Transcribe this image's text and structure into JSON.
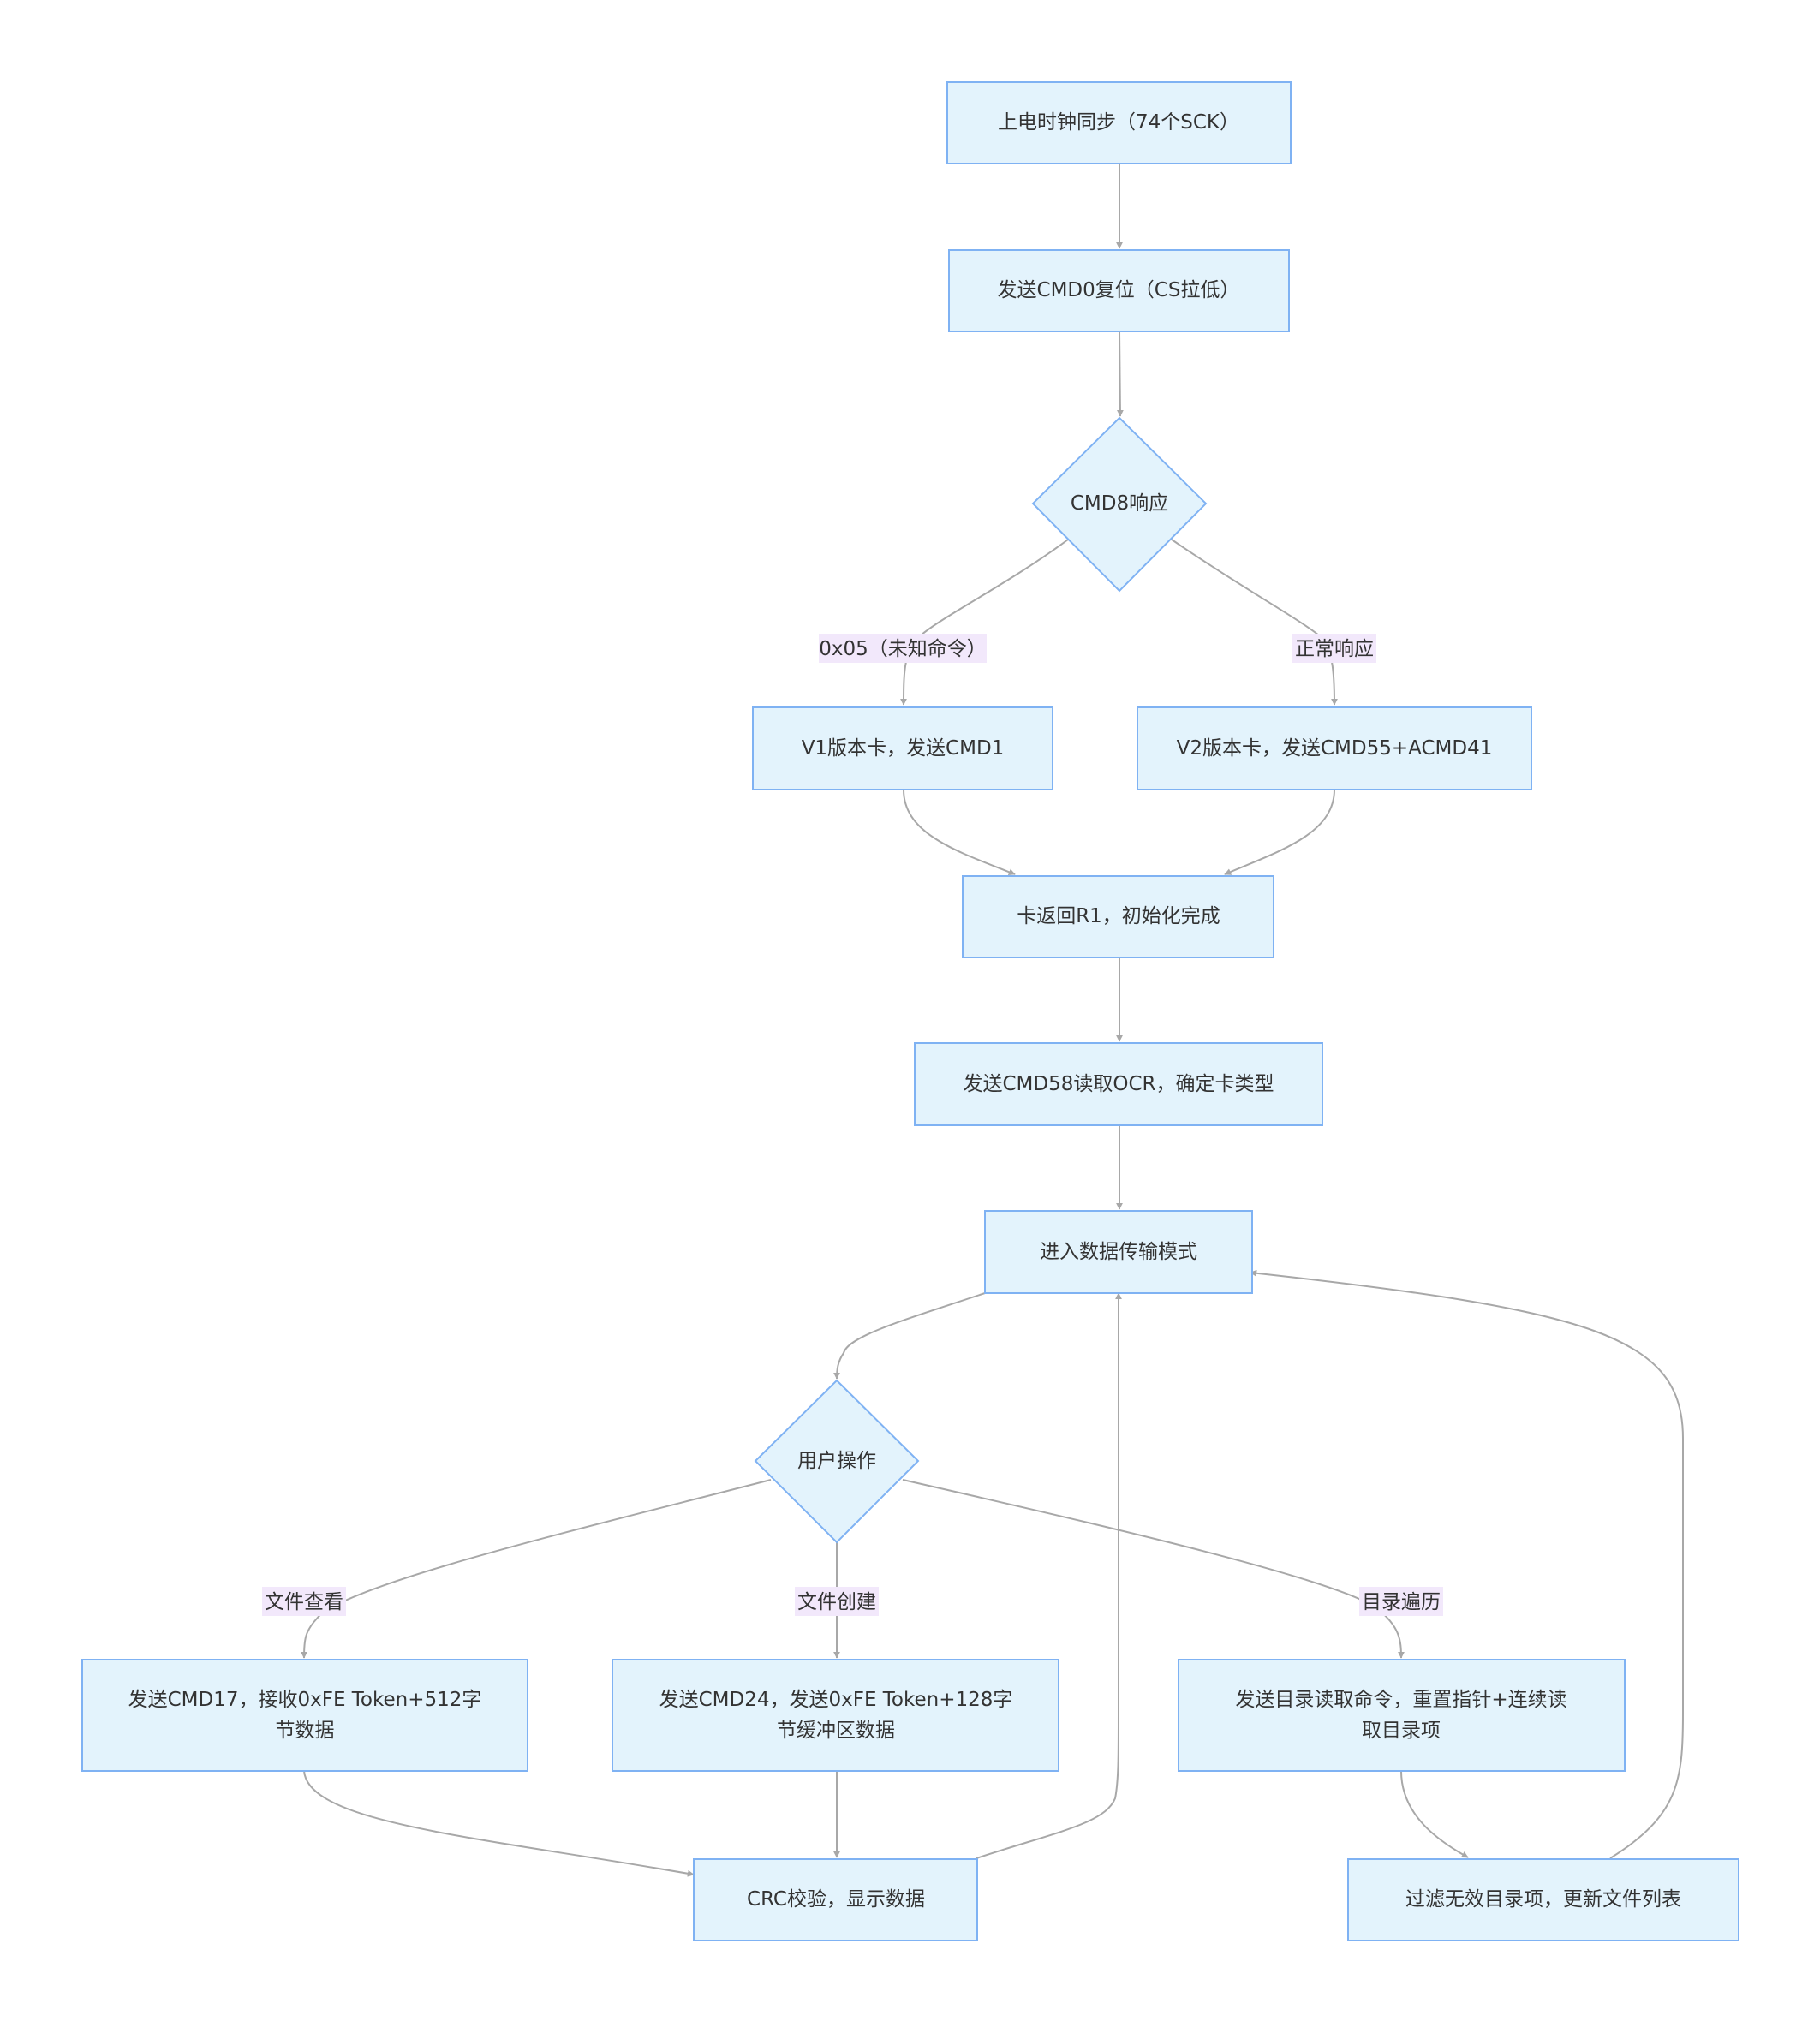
{
  "nodes": {
    "n1": "上电时钟同步（74个SCK）",
    "n2": "发送CMD0复位（CS拉低）",
    "n3": "CMD8响应",
    "n4": "V1版本卡，发送CMD1",
    "n5": "V2版本卡，发送CMD55+ACMD41",
    "n6": "卡返回R1，初始化完成",
    "n7": "发送CMD58读取OCR，确定卡类型",
    "n8": "进入数据传输模式",
    "n9": "用户操作",
    "n10": [
      "发送CMD17，接收0xFE Token+512字",
      "节数据"
    ],
    "n11": [
      "发送CMD24，发送0xFE Token+128字",
      "节缓冲区数据"
    ],
    "n12": [
      "发送目录读取命令，重置指针+连续读",
      "取目录项"
    ],
    "n13": "CRC校验，显示数据",
    "n14": "过滤无效目录项，更新文件列表"
  },
  "edge_labels": {
    "e3_4": "0x05（未知命令）",
    "e3_5": "正常响应",
    "e9_10": "文件查看",
    "e9_11": "文件创建",
    "e9_12": "目录遍历"
  },
  "colors": {
    "node_fill": "#e3f3fc",
    "node_stroke": "#7fb2f3",
    "edge": "#a8a8a8",
    "label_bg": "#f2e8fb"
  }
}
